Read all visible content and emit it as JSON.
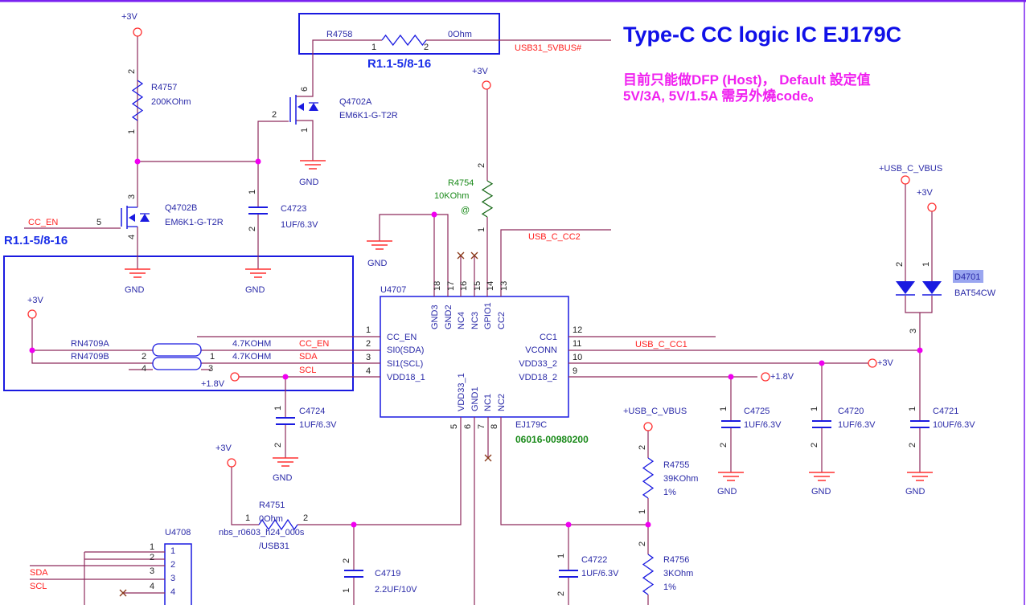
{
  "title": "Type-C CC logic IC EJ179C",
  "note": [
    "目前只能做DFP (Host)， Default 設定值",
    "5V/3A,  5V/1.5A 需另外燒code。"
  ],
  "revision_tags": [
    "R1.1-5/8-16",
    "R1.1-5/8-16"
  ],
  "power": {
    "p3v": "+3V",
    "p1v8": "+1.8V",
    "vbus": "+USB_C_VBUS",
    "gnd": "GND"
  },
  "nets": {
    "usb31_5vbus": "USB31_5VBUS#",
    "cc2": "USB_C_CC2",
    "cc1": "USB_C_CC1",
    "cc_en": "CC_EN",
    "sda": "SDA",
    "scl": "SCL"
  },
  "pin": {
    "1": "1",
    "2": "2",
    "3": "3",
    "4": "4",
    "5": "5",
    "6": "6",
    "7": "7",
    "8": "8",
    "9": "9",
    "10": "10",
    "11": "11",
    "12": "12",
    "13": "13",
    "14": "14",
    "15": "15",
    "16": "16",
    "17": "17",
    "18": "18"
  },
  "parts": {
    "R4757": {
      "ref": "R4757",
      "value": "200KOhm"
    },
    "R4758": {
      "ref": "R4758",
      "value": "0Ohm"
    },
    "Q4702A": {
      "ref": "Q4702A",
      "value": "EM6K1-G-T2R"
    },
    "Q4702B": {
      "ref": "Q4702B",
      "value": "EM6K1-G-T2R"
    },
    "C4723": {
      "ref": "C4723",
      "value": "1UF/6.3V"
    },
    "R4754": {
      "ref": "R4754",
      "value": "10KOhm",
      "mark": "@"
    },
    "RN4709A": {
      "ref": "RN4709A",
      "value": "4.7KOHM"
    },
    "RN4709B": {
      "ref": "RN4709B",
      "value": "4.7KOHM"
    },
    "C4724": {
      "ref": "C4724",
      "value": "1UF/6.3V"
    },
    "U4707": {
      "ref": "U4707",
      "value": "EJ179C",
      "pn": "06016-00980200",
      "pin_names": {
        "cc_en": "CC_EN",
        "si0": "SI0(SDA)",
        "si1": "SI1(SCL)",
        "vdd18_1": "VDD18_1",
        "cc1": "CC1",
        "vconn": "VCONN",
        "vdd33_2": "VDD33_2",
        "vdd18_2": "VDD18_2",
        "gnd3": "GND3",
        "gnd2": "GND2",
        "nc4": "NC4",
        "nc3": "NC3",
        "gpio1": "GPIO1",
        "cc2": "CC2",
        "vdd33_1": "VDD33_1",
        "gnd1": "GND1",
        "nc1": "NC1",
        "nc2": "NC2"
      }
    },
    "R4751": {
      "ref": "R4751",
      "value": "0Ohm",
      "footprint": "nbs_r0603_h24_000s",
      "note": "/USB31"
    },
    "C4719": {
      "ref": "C4719",
      "value": "2.2UF/10V"
    },
    "U4708": {
      "ref": "U4708"
    },
    "C4722": {
      "ref": "C4722",
      "value": "1UF/6.3V"
    },
    "R4755": {
      "ref": "R4755",
      "value": "39KOhm",
      "tol": "1%"
    },
    "R4756": {
      "ref": "R4756",
      "value": "3KOhm",
      "tol": "1%"
    },
    "C4725": {
      "ref": "C4725",
      "value": "1UF/6.3V"
    },
    "C4720": {
      "ref": "C4720",
      "value": "1UF/6.3V"
    },
    "C4721": {
      "ref": "C4721",
      "value": "10UF/6.3V"
    },
    "D4701": {
      "ref": "D4701",
      "value": "BAT54CW"
    }
  },
  "colors": {
    "wire": "#8e2a5c",
    "stub": "#ff3030",
    "symbol": "#1a1ae0",
    "junction": "#f000f0",
    "frame": "#7a22f0"
  }
}
